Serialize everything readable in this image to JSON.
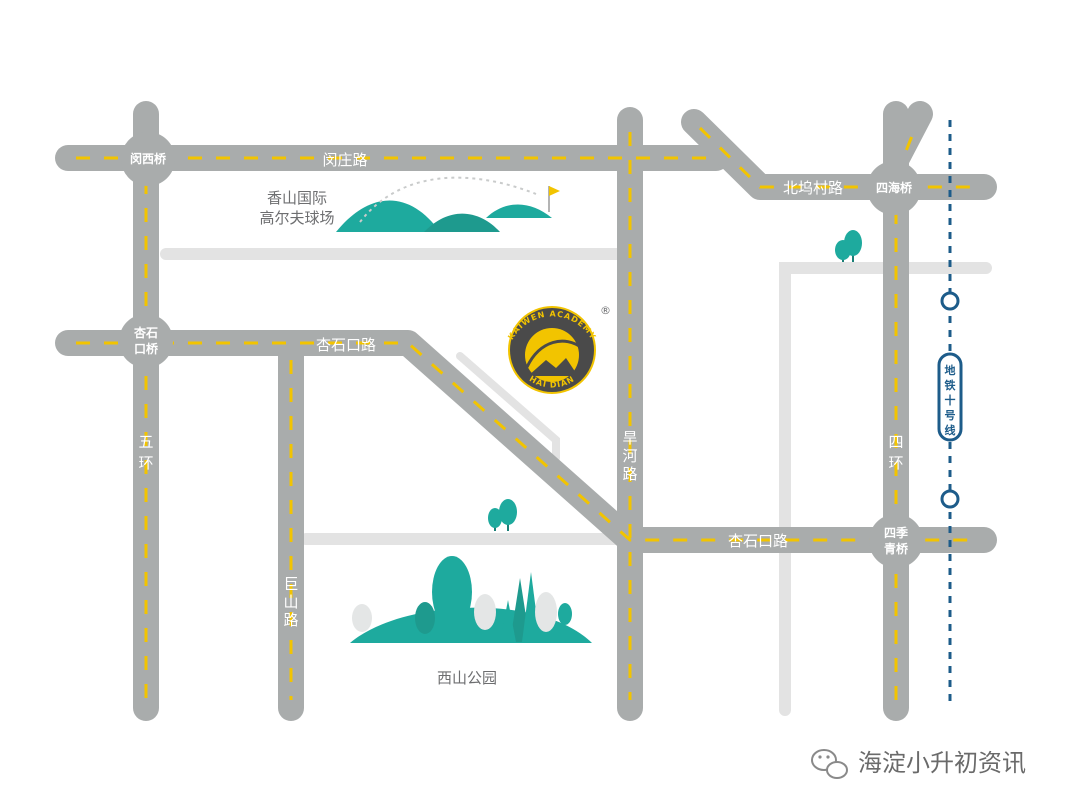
{
  "colors": {
    "road": "#a9acac",
    "minor_road": "#e3e3e3",
    "dash": "#f2c400",
    "node": "#a9acac",
    "metro": "#1d5c8a",
    "tree_green": "#1eaa9e",
    "tree_white": "#e4e6e6"
  },
  "nodes": {
    "minzhuang_bridge": "闵西桥",
    "xingshikou_bridge_line1": "杏石",
    "xingshikou_bridge_line2": "口桥",
    "sihai_bridge": "四海桥",
    "siji_bridge_line1": "四季",
    "siji_bridge_line2": "青桥"
  },
  "roads": {
    "minzhuang_road": "闵庄路",
    "beiwucun_road": "北坞村路",
    "xingshikou_road_west": "杏石口路",
    "xingshikou_road_east": "杏石口路",
    "fifth_ring": [
      "五",
      "环"
    ],
    "fourth_ring": [
      "四",
      "环"
    ],
    "hanhe_road": [
      "旱",
      "河",
      "路"
    ],
    "jushan_road": [
      "巨",
      "山",
      "路"
    ]
  },
  "places": {
    "golf_line1": "香山国际",
    "golf_line2": "高尔夫球场",
    "xishan_park": "西山公园"
  },
  "metro": {
    "line_label": [
      "地",
      "铁",
      "十",
      "号",
      "线"
    ]
  },
  "logo": {
    "top_text": "KAIWEN ACADEMY",
    "bottom_text": "HAI DIAN",
    "registered": "®"
  },
  "watermark": {
    "text": "海淀小升初资讯",
    "icon": "wechat-icon"
  }
}
